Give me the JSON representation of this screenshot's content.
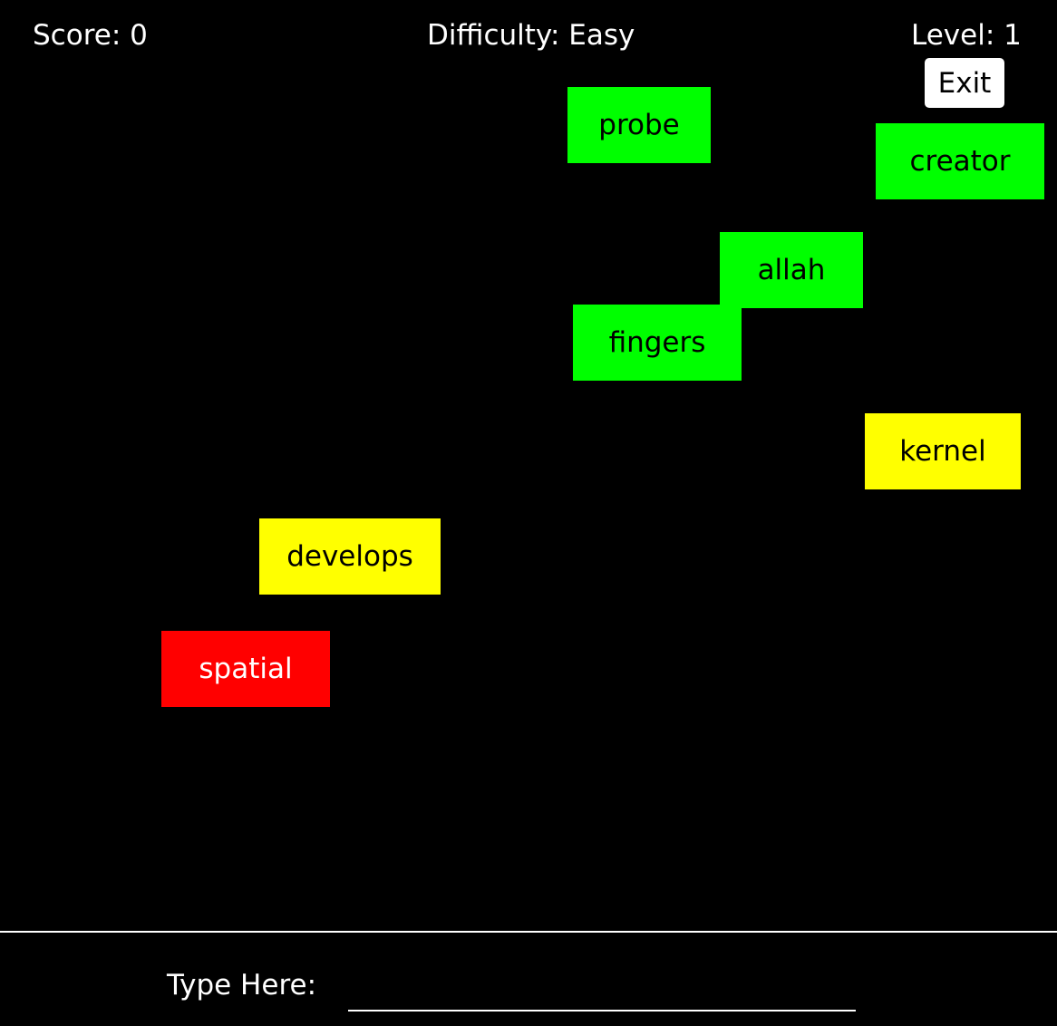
{
  "hud": {
    "score_text": "Score: 0",
    "difficulty_text": "Difficulty: Easy",
    "level_text": "Level: 1"
  },
  "exit_label": "Exit",
  "colors": {
    "background": "#000000",
    "green": "#00ff00",
    "yellow": "#ffff00",
    "red": "#ff0000",
    "text_light": "#ffffff",
    "text_dark": "#000000"
  },
  "words": [
    {
      "text": "probe",
      "color": "green"
    },
    {
      "text": "creator",
      "color": "green"
    },
    {
      "text": "allah",
      "color": "green"
    },
    {
      "text": "fingers",
      "color": "green"
    },
    {
      "text": "kernel",
      "color": "yellow"
    },
    {
      "text": "develops",
      "color": "yellow"
    },
    {
      "text": "spatial",
      "color": "red"
    }
  ],
  "input": {
    "label": "Type Here:",
    "value": ""
  }
}
